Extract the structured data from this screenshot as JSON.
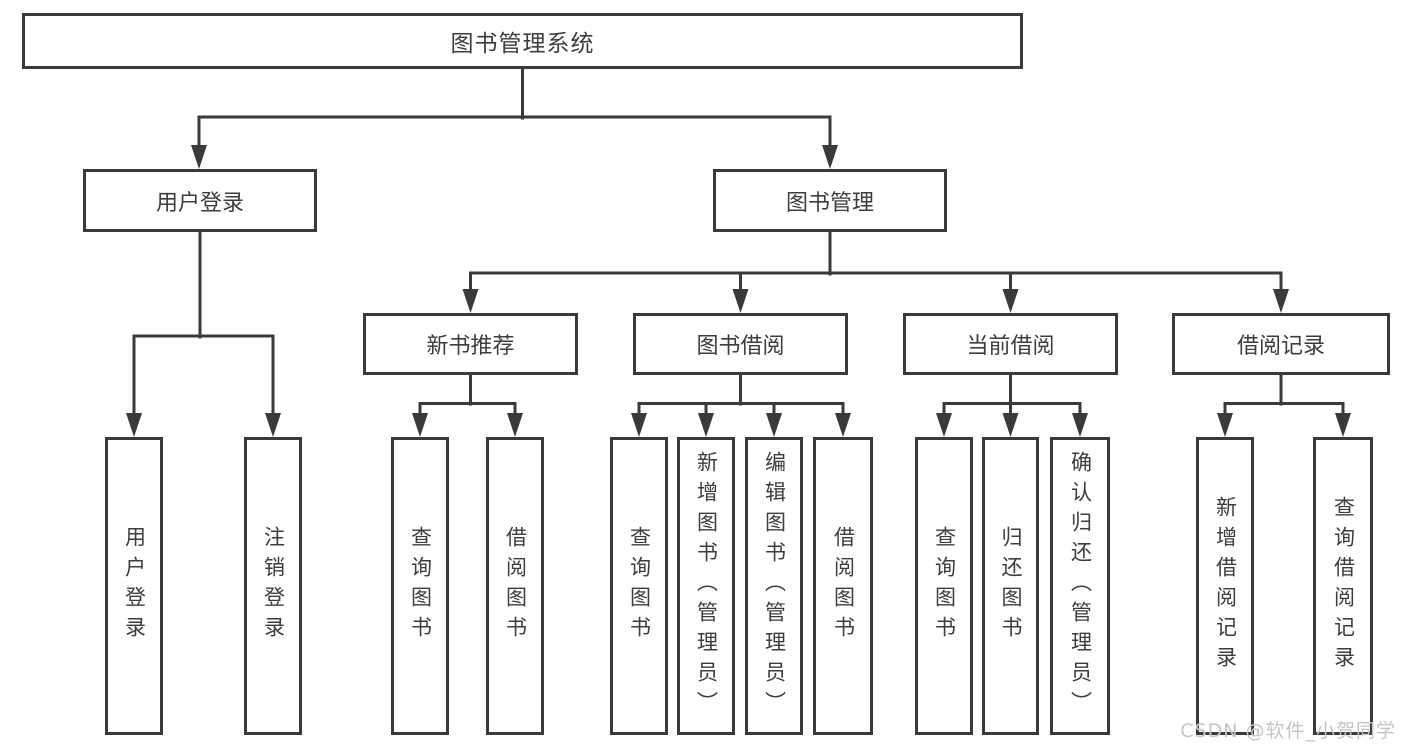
{
  "diagram": {
    "type": "hierarchy-diagram",
    "root": {
      "label": "图书管理系统",
      "children": [
        {
          "label": "用户登录",
          "children": [
            {
              "label": "用户登录"
            },
            {
              "label": "注销登录"
            }
          ]
        },
        {
          "label": "图书管理",
          "children": [
            {
              "label": "新书推荐",
              "children": [
                {
                  "label": "查询图书"
                },
                {
                  "label": "借阅图书"
                }
              ]
            },
            {
              "label": "图书借阅",
              "children": [
                {
                  "label": "查询图书"
                },
                {
                  "label": "新增图书（管理员）"
                },
                {
                  "label": "编辑图书（管理员）"
                },
                {
                  "label": "借阅图书"
                }
              ]
            },
            {
              "label": "当前借阅",
              "children": [
                {
                  "label": "查询图书"
                },
                {
                  "label": "归还图书"
                },
                {
                  "label": "确认归还（管理员）"
                }
              ]
            },
            {
              "label": "借阅记录",
              "children": [
                {
                  "label": "新增借阅记录"
                },
                {
                  "label": "查询借阅记录"
                }
              ]
            }
          ]
        }
      ]
    }
  },
  "watermark": {
    "text": "CSDN @软件_小贺同学"
  },
  "colors": {
    "line": "#3a3a3a",
    "text": "#3d3d3d",
    "box_background": "#ffffff",
    "page_background": "#ffffff",
    "watermark": "#c5c5c5"
  }
}
